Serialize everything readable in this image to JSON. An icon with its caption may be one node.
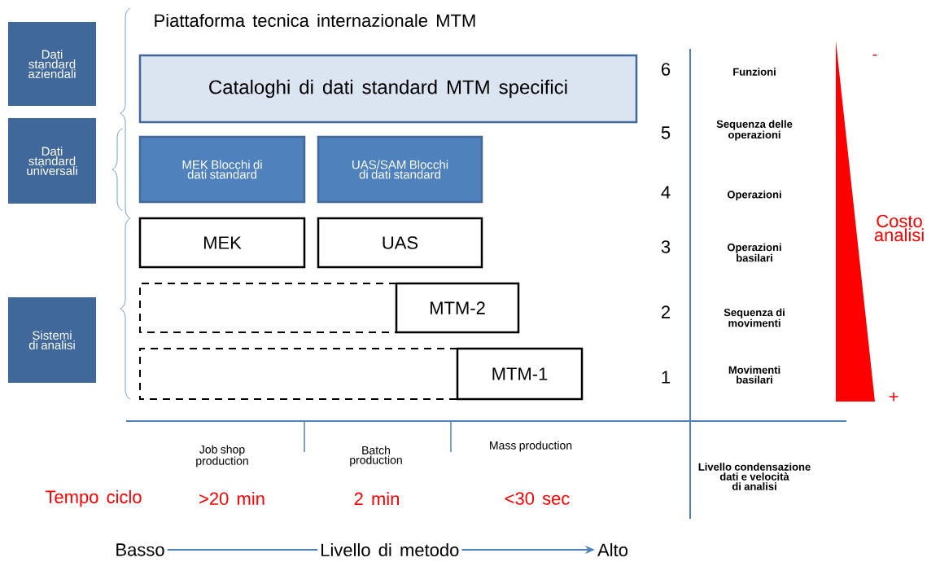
{
  "diagram": {
    "title": "Piattaforma tecnica internazionale MTM",
    "nodes": [
      {
        "text": [
          "Dati standard aziendali"
        ]
      },
      {
        "text": [
          "Dati standard universali"
        ]
      },
      {
        "text": [
          "Sistemi di analisi"
        ]
      },
      {
        "text": [
          "Cataloghi di dati standard MTM specifici"
        ]
      },
      {
        "text": [
          "MEK Blocchi di dati standard"
        ]
      },
      {
        "text": [
          "UAS/SAM Blocchi di dati standard"
        ]
      },
      {
        "text": [
          "MEK"
        ]
      },
      {
        "text": [
          "UAS"
        ]
      },
      {
        "text": [
          "MTM-2"
        ]
      },
      {
        "text": [
          "MTM-1"
        ]
      },
      {
        "text": [
          "Basso"
        ]
      },
      {
        "text": [
          "Alto"
        ]
      }
    ],
    "edges": [
      {
        "from": 10,
        "to": 11,
        "arrow": "to",
        "label": "Livello di metodo"
      }
    ],
    "labels": [
      "6",
      "Funzioni",
      "-",
      "5",
      "Sequenza delle operazioni",
      "4",
      "Operazioni",
      "Costo analisi",
      "3",
      "Operazioni basilari",
      "2",
      "Sequenza di movimenti",
      "1",
      "Movimenti basilari",
      "+",
      "Job shop production",
      "Batch production",
      "Mass production",
      "Livello condensazione dati e velocità di analisi",
      "Tempo ciclo",
      ">20 min",
      "2 min",
      "<30 sec"
    ]
  }
}
